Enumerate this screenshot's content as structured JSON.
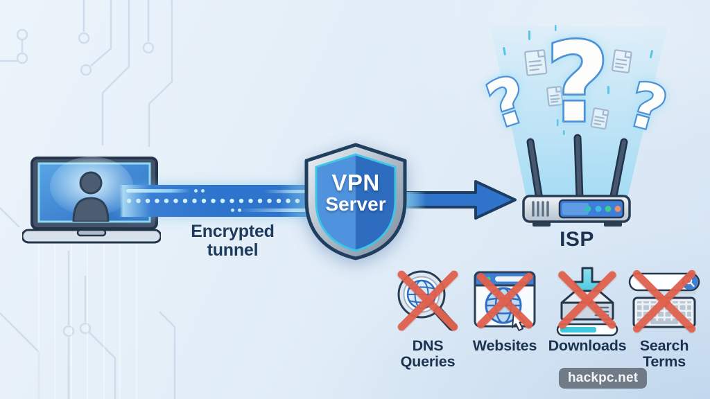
{
  "diagram": {
    "tunnel_label": {
      "line1": "Encrypted",
      "line2": "tunnel"
    },
    "shield_label": {
      "line1": "VPN",
      "line2": "Server"
    },
    "isp_label": "ISP",
    "question_marks": [
      "?",
      "?",
      "?"
    ],
    "blocked_items": [
      {
        "icon": "dns-magnifier-globe-icon",
        "line1": "DNS",
        "line2": "Queries"
      },
      {
        "icon": "browser-globe-icon",
        "line1": "Websites",
        "line2": ""
      },
      {
        "icon": "download-inbox-icon",
        "line1": "Downloads",
        "line2": ""
      },
      {
        "icon": "search-bar-keyboard-icon",
        "line1": "Search",
        "line2": "Terms"
      }
    ],
    "watermark": "hackpc.net"
  },
  "colors": {
    "background": "#e3edf8",
    "tunnel_blue": "#2e74cc",
    "arrow_blue": "#2f74ca",
    "shield_inner_left": "#4f93de",
    "shield_inner_right": "#2d6cbf",
    "shield_trim_cyan": "#3cc6e8",
    "navy_text": "#1b3350",
    "red_cross": "#e0614e",
    "beam_cyan": "#98dbf5",
    "led_colors": [
      "#2fc4b8",
      "#3fb9e8",
      "#3dcf8e",
      "#ef8f6a"
    ],
    "watermark_bg": "#68727e"
  }
}
